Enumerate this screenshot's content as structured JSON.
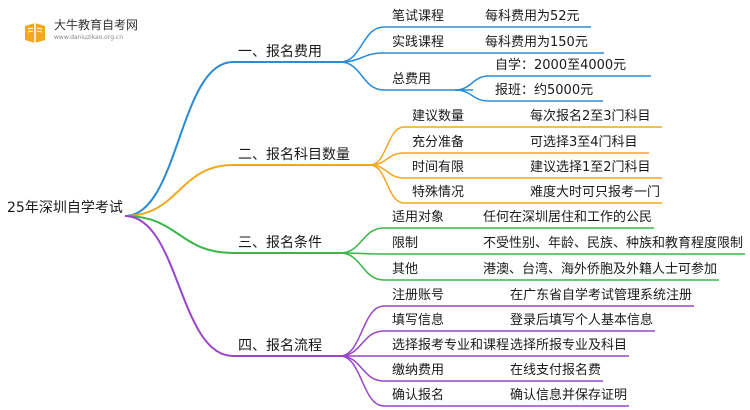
{
  "logo": {
    "title": "大牛教育自考网",
    "url": "www.daniuzikao.org.cn",
    "accent": "#f5a623"
  },
  "mindmap": {
    "root": "25年深圳自学考试",
    "branches": [
      {
        "label": "一、报名费用",
        "color": "#2a8bd6",
        "children": [
          {
            "label": "笔试课程",
            "value": "每科费用为52元"
          },
          {
            "label": "实践课程",
            "value": "每科费用为150元"
          },
          {
            "label": "总费用",
            "children": [
              {
                "label": "自学：2000至4000元"
              },
              {
                "label": "报班：约5000元"
              }
            ]
          }
        ]
      },
      {
        "label": "二、报名科目数量",
        "color": "#f2a81d",
        "children": [
          {
            "label": "建议数量",
            "value": "每次报名2至3门科目"
          },
          {
            "label": "充分准备",
            "value": "可选择3至4门科目"
          },
          {
            "label": "时间有限",
            "value": "建议选择1至2门科目"
          },
          {
            "label": "特殊情况",
            "value": "难度大时可只报考一门"
          }
        ]
      },
      {
        "label": "三、报名条件",
        "color": "#3ab64a",
        "children": [
          {
            "label": "适用对象",
            "value": "任何在深圳居住和工作的公民"
          },
          {
            "label": "限制",
            "value": "不受性别、年龄、民族、种族和教育程度限制"
          },
          {
            "label": "其他",
            "value": "港澳、台湾、海外侨胞及外籍人士可参加"
          }
        ]
      },
      {
        "label": "四、报名流程",
        "color": "#9b45c9",
        "children": [
          {
            "label": "注册账号",
            "value": "在广东省自学考试管理系统注册"
          },
          {
            "label": "填写信息",
            "value": "登录后填写个人基本信息"
          },
          {
            "label": "选择报考专业和课程",
            "value": "选择所报专业及科目"
          },
          {
            "label": "缴纳费用",
            "value": "在线支付报名费"
          },
          {
            "label": "确认报名",
            "value": "确认信息并保存证明"
          }
        ]
      }
    ]
  }
}
